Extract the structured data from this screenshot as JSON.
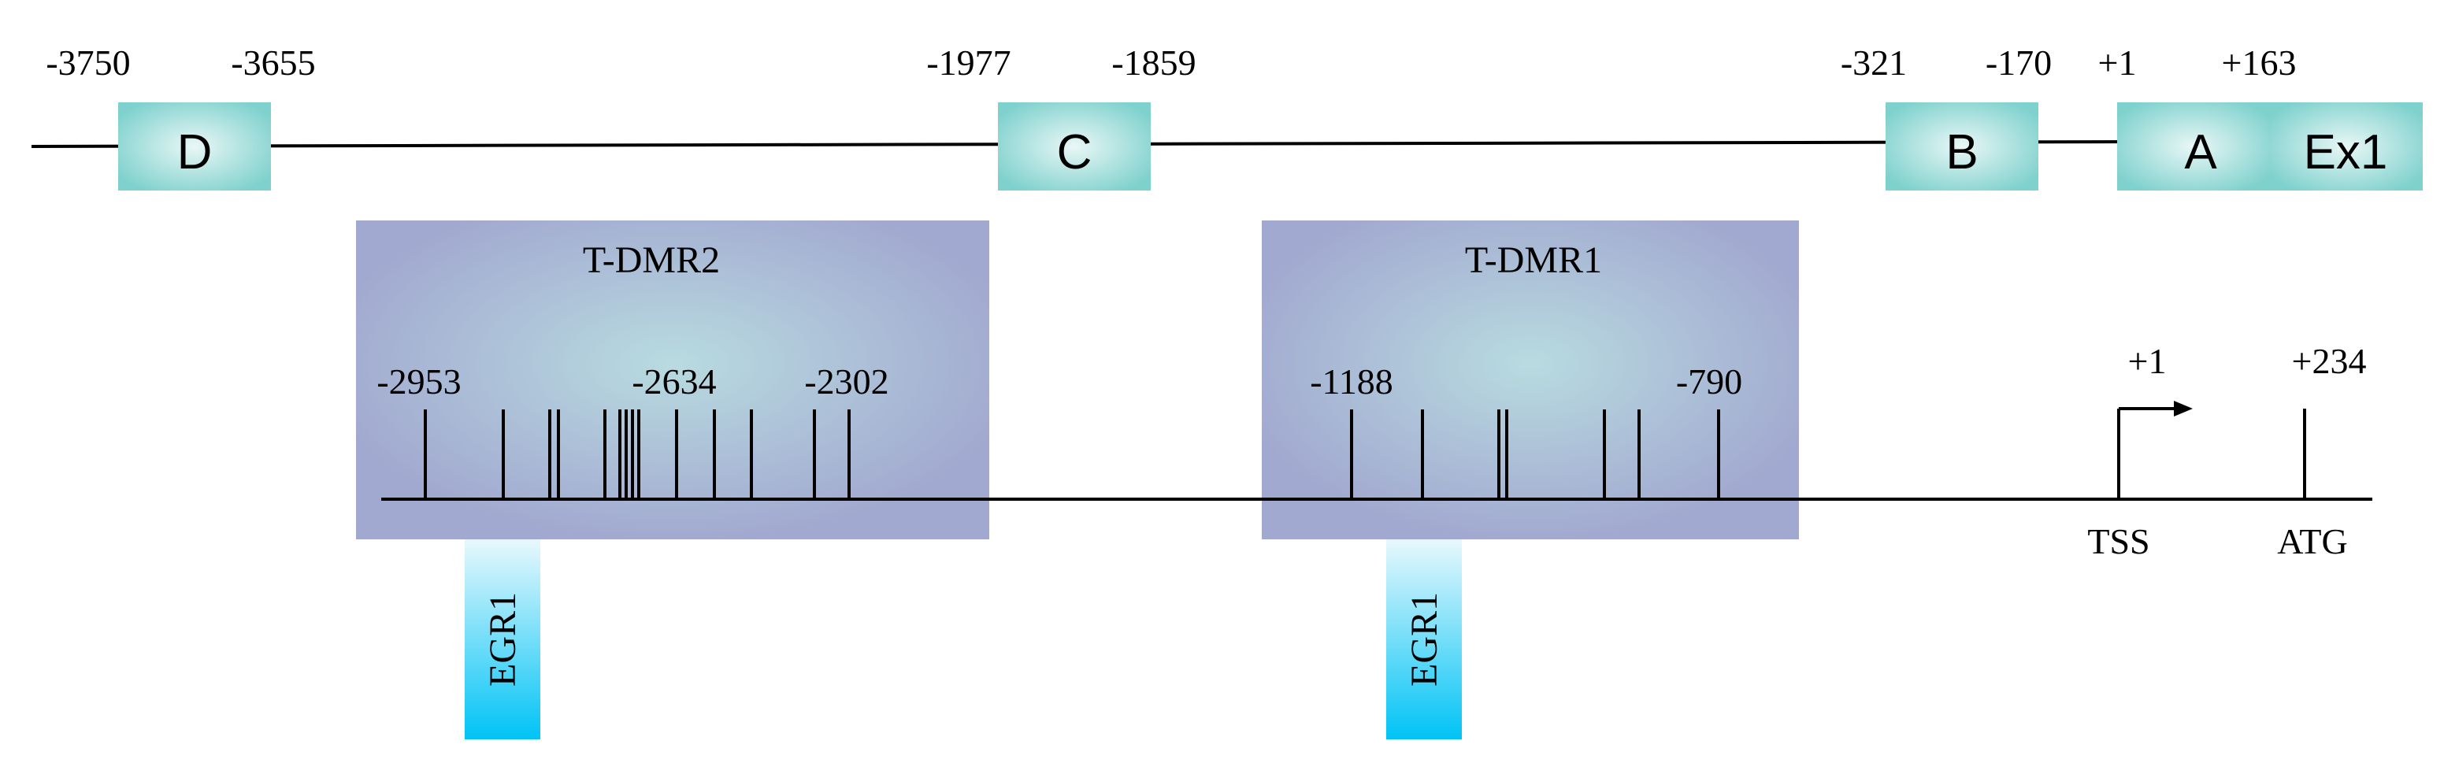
{
  "top_row": {
    "positions": {
      "d_start": "-3750",
      "d_end": "-3655",
      "c_start": "-1977",
      "c_end": "-1859",
      "b_start": "-321",
      "b_end": "-170",
      "a_start": "+1",
      "a_end": "+163"
    },
    "boxes": {
      "d": "D",
      "c": "C",
      "b": "B",
      "a": "A",
      "ex1": "Ex1"
    },
    "box_color": "#7fd1cd",
    "box_center_color": "#e9f7f6"
  },
  "regions": {
    "tdmr2": {
      "title": "T-DMR2",
      "label_left": "-2953",
      "label_mid": "-2634",
      "label_right": "-2302"
    },
    "tdmr1": {
      "title": "T-DMR1",
      "label_left": "-1188",
      "label_right": "-790"
    },
    "box_color": "#a2a9d0",
    "box_center_color": "#b8dbe0"
  },
  "egr": {
    "left": "EGR1",
    "right": "EGR1",
    "color_top": "#e8f8fd",
    "color_bottom": "#00c3f5"
  },
  "markers": {
    "tss_position": "+1",
    "tss_label": "TSS",
    "atg_position": "+234",
    "atg_label": "ATG"
  }
}
